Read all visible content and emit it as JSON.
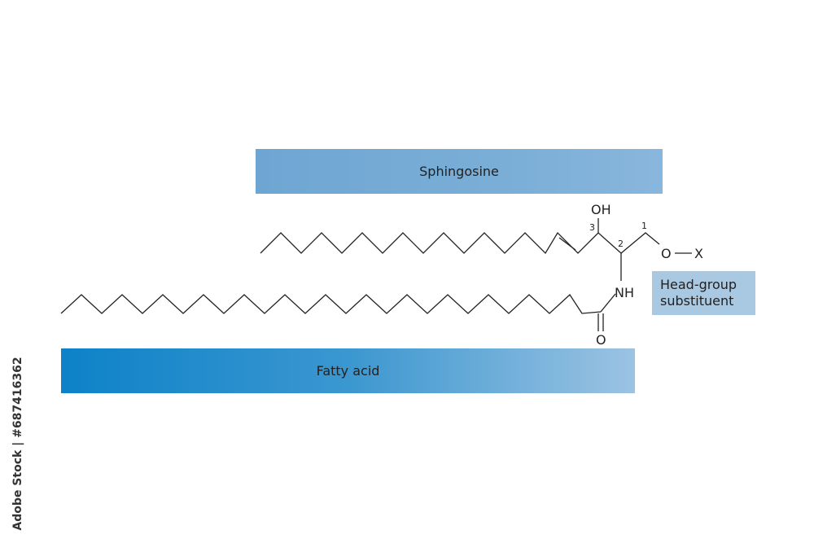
{
  "labels": {
    "sphingosine": "Sphingosine",
    "fatty_acid": "Fatty acid",
    "head_group_line1": "Head-group",
    "head_group_line2": "substituent"
  },
  "atoms": {
    "hydroxyl": "OH",
    "amide_n": "NH",
    "carbonyl_o": "O",
    "ether_o": "O",
    "x": "X"
  },
  "carbon_numbers": {
    "c1": "1",
    "c2": "2",
    "c3": "3"
  },
  "stock_id": "Adobe Stock | #687416362",
  "colors": {
    "sphingosine_band": "#7aaed6",
    "fatty_acid_band_start": "#0d82c8",
    "fatty_acid_band_end": "#9cc3e2",
    "head_group_box": "#a9c8e2"
  }
}
